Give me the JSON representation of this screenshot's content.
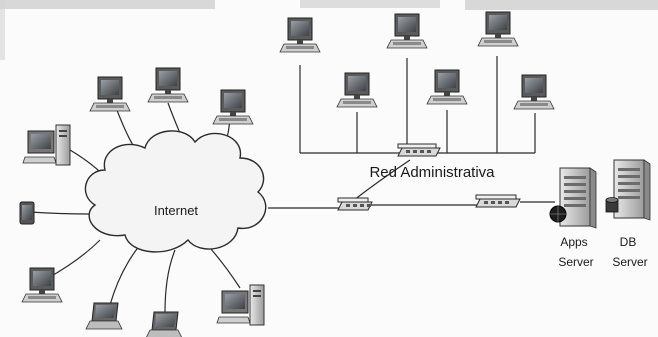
{
  "labels": {
    "internet": "Internet",
    "red_admin": "Red Administrativa",
    "apps_server_line1": "Apps",
    "apps_server_line2": "Server",
    "db_server_line1": "DB",
    "db_server_line2": "Server"
  },
  "icons": {
    "workstation": "desktop-computer-icon",
    "laptop": "laptop-icon",
    "tablet": "tablet-icon",
    "hub": "network-switch-icon",
    "server": "server-tower-icon",
    "cloud": "cloud-icon"
  },
  "colors": {
    "line": "#2b2b2b",
    "device_dark": "#3a3a3a",
    "device_mid": "#7a7a7a",
    "device_light": "#d6d6d6",
    "cloud_fill": "#f4f4f4",
    "scan_band": "#bdbdbd"
  }
}
